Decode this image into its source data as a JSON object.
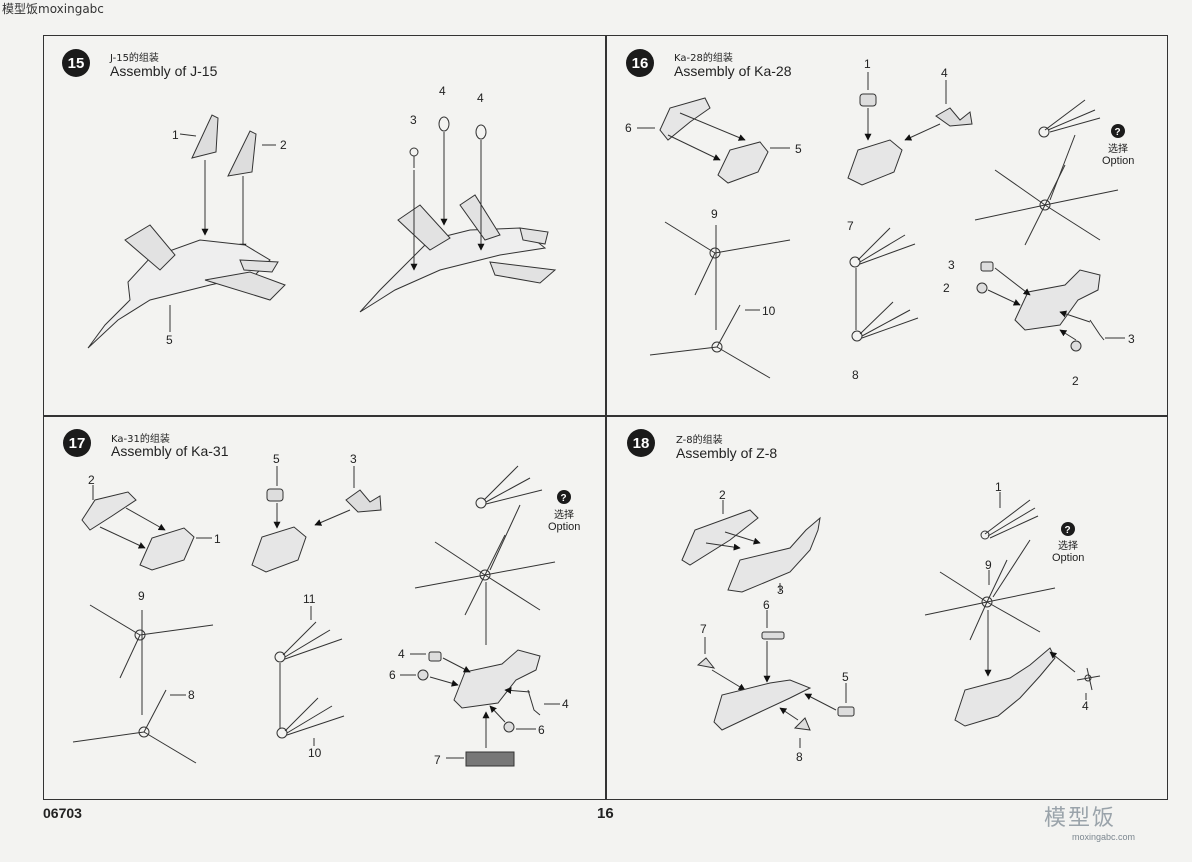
{
  "watermark": "模型饭moxingabc",
  "steps": [
    {
      "num": "15",
      "title_cn": "J-15的组装",
      "title_en": "Assembly of J-15"
    },
    {
      "num": "16",
      "title_cn": "Ka-28的组装",
      "title_en": "Assembly of Ka-28"
    },
    {
      "num": "17",
      "title_cn": "Ka-31的组装",
      "title_en": "Assembly of Ka-31"
    },
    {
      "num": "18",
      "title_cn": "Z-8的组装",
      "title_en": "Assembly of Z-8"
    }
  ],
  "option": {
    "cn": "选择",
    "en": "Option",
    "icon": "question-icon"
  },
  "labels": {
    "s15": [
      "1",
      "2",
      "3",
      "4",
      "4",
      "5"
    ],
    "s16": [
      "1",
      "4",
      "6",
      "5",
      "9",
      "10",
      "7",
      "8",
      "3",
      "2",
      "3",
      "2"
    ],
    "s17": [
      "2",
      "1",
      "5",
      "3",
      "9",
      "8",
      "11",
      "10",
      "4",
      "6",
      "4",
      "6",
      "7"
    ],
    "s18": [
      "2",
      "3",
      "6",
      "7",
      "5",
      "8",
      "1",
      "9",
      "4"
    ]
  },
  "footer": {
    "code": "06703",
    "page": "16"
  },
  "logo": {
    "cn": "模型饭",
    "url": "moxingabc.com"
  }
}
